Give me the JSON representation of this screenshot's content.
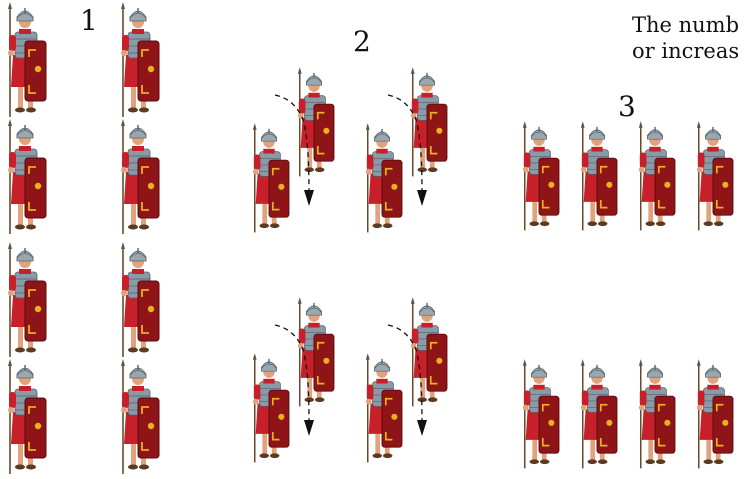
{
  "stage_labels": [
    "1",
    "2",
    "3"
  ],
  "caption_lines": [
    "The numb",
    "or increas"
  ],
  "icons": {
    "soldier": "roman-legionary-icon",
    "movement": "dashed-curved-arrow-icon"
  },
  "colors": {
    "tunic": "#c8202a",
    "shield": "#8e1418",
    "shield_trim": "#e7b21b",
    "armor": "#8a9aa6",
    "helmet": "#9aa7b0",
    "skin": "#e2a27c",
    "spear": "#6b4a2a",
    "arrow": "#111111"
  }
}
